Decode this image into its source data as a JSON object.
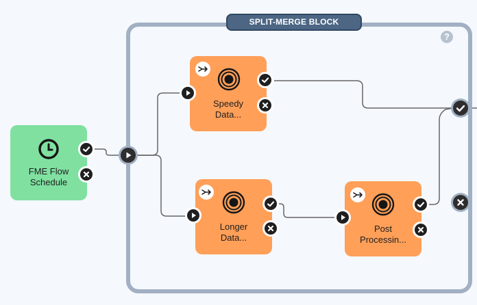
{
  "split_merge_block": {
    "title": "SPLIT-MERGE BLOCK",
    "help_icon": "question-circle-icon",
    "help_label": "?"
  },
  "nodes": {
    "schedule": {
      "label_line1": "FME Flow",
      "label_line2": "Schedule",
      "icon": "clock-icon",
      "color": "#80e0a0"
    },
    "speedy": {
      "label_line1": "Speedy",
      "label_line2": "Data...",
      "icon": "target-icon",
      "color": "#ff9f58"
    },
    "longer": {
      "label_line1": "Longer",
      "label_line2": "Data...",
      "icon": "target-icon",
      "color": "#ff9f58"
    },
    "post": {
      "label_line1": "Post",
      "label_line2": "Processin...",
      "icon": "target-icon",
      "color": "#ff9f58"
    }
  },
  "colors": {
    "block_border": "#a1b0c2",
    "title_bg": "#4c6684",
    "connector": "#666666",
    "port": "#1f1f1f",
    "canvas_bg": "#f5f8fd"
  }
}
